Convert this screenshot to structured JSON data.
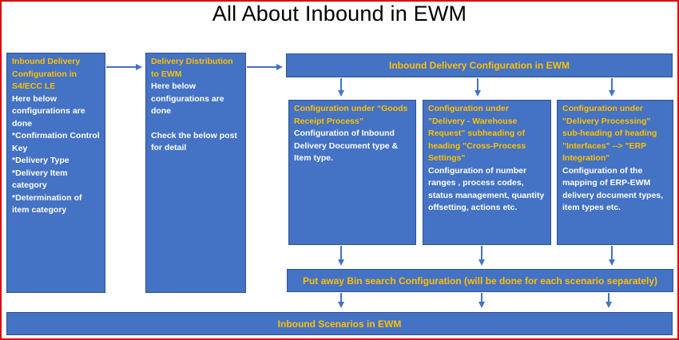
{
  "title": "All About Inbound in EWM",
  "boxes": {
    "s4": {
      "heading": "Inbound Delivery Configuration in S4/ECC LE",
      "lines": [
        "Here below configurations are done",
        "*Confirmation Control Key",
        "*Delivery Type",
        "*Delivery Item category",
        "*Determination of item category"
      ]
    },
    "distribution": {
      "heading": "Delivery Distribution to EWM",
      "lines": [
        "Here below configurations are done",
        "",
        "Check the below post for detail"
      ]
    },
    "goods_receipt": {
      "heading": "Configuration under “Goods Receipt Process”",
      "lines": [
        "Configuration of Inbound Delivery Document type & Item type."
      ]
    },
    "warehouse_request": {
      "heading": "Configuration under \"Delivery - Warehouse Request\" subheading of heading \"Cross-Process Settings\"",
      "lines": [
        "Configuration of number ranges , process codes, status management, quantity offsetting, actions etc."
      ]
    },
    "delivery_processing": {
      "heading": "Configuration under \"Delivery Processing\" sub-heading of heading \"Interfaces\" --> \"ERP Integration\"",
      "lines": [
        "Configuration of the mapping of ERP-EWM delivery document types, item types etc."
      ]
    }
  },
  "bars": {
    "config_in_ewm": "Inbound Delivery Configuration in EWM",
    "putaway": "Put away Bin search Configuration (will be done for each scenario separately)",
    "scenarios": "Inbound Scenarios in EWM"
  },
  "colors": {
    "box_fill": "#4472c4",
    "heading_text": "#ffc000",
    "body_text": "#ffffff",
    "frame": "#e00000"
  }
}
